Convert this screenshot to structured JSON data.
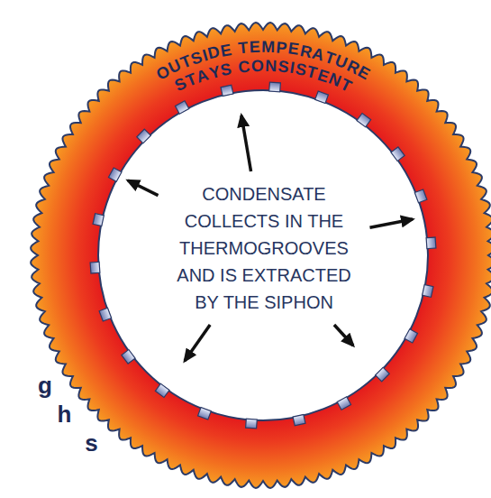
{
  "diagram": {
    "nodes": [
      {
        "text": [
          "OUTSIDE TEMPERATURE STAYS CONSISTENT"
        ]
      },
      {
        "text": [
          "CONDENSATE COLLECTS IN THE THERMOGROOVES AND IS EXTRACTED BY THE SIPHON"
        ],
        "in": 0
      }
    ],
    "labels": [
      "g",
      "h",
      "s"
    ]
  }
}
